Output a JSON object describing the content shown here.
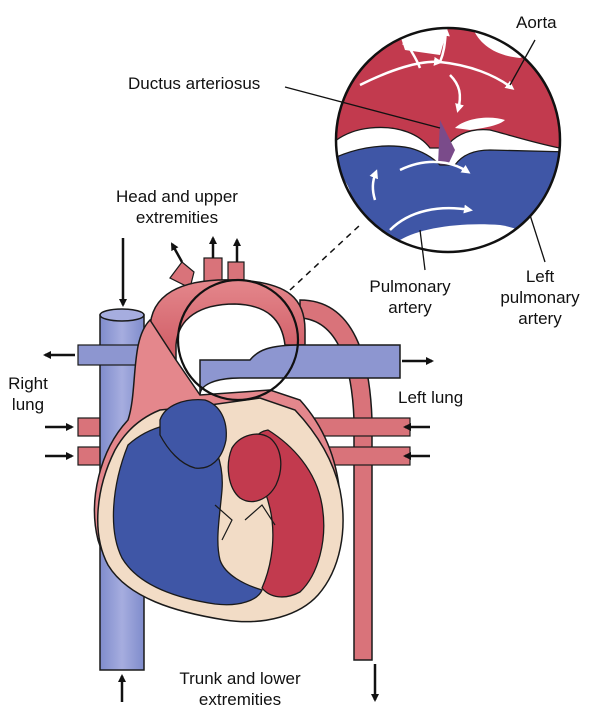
{
  "labels": {
    "aorta": "Aorta",
    "ductus": "Ductus arteriosus",
    "head_line1": "Head and upper",
    "head_line2": "extremities",
    "pulmonary_artery_line1": "Pulmonary",
    "pulmonary_artery_line2": "artery",
    "left_pulmonary_line1": "Left",
    "left_pulmonary_line2": "pulmonary",
    "left_pulmonary_line3": "artery",
    "right_lung_line1": "Right",
    "right_lung_line2": "lung",
    "left_lung": "Left lung",
    "trunk_line1": "Trunk and lower",
    "trunk_line2": "extremities"
  },
  "colors": {
    "oxygenated_red": "#c23a4e",
    "arterial_pink": "#d9737a",
    "deoxygenated_blue": "#3f56a6",
    "vein_lavender": "#8d96d0",
    "myocardium_tan": "#f2dcc6",
    "outline": "#1a1a1a"
  }
}
